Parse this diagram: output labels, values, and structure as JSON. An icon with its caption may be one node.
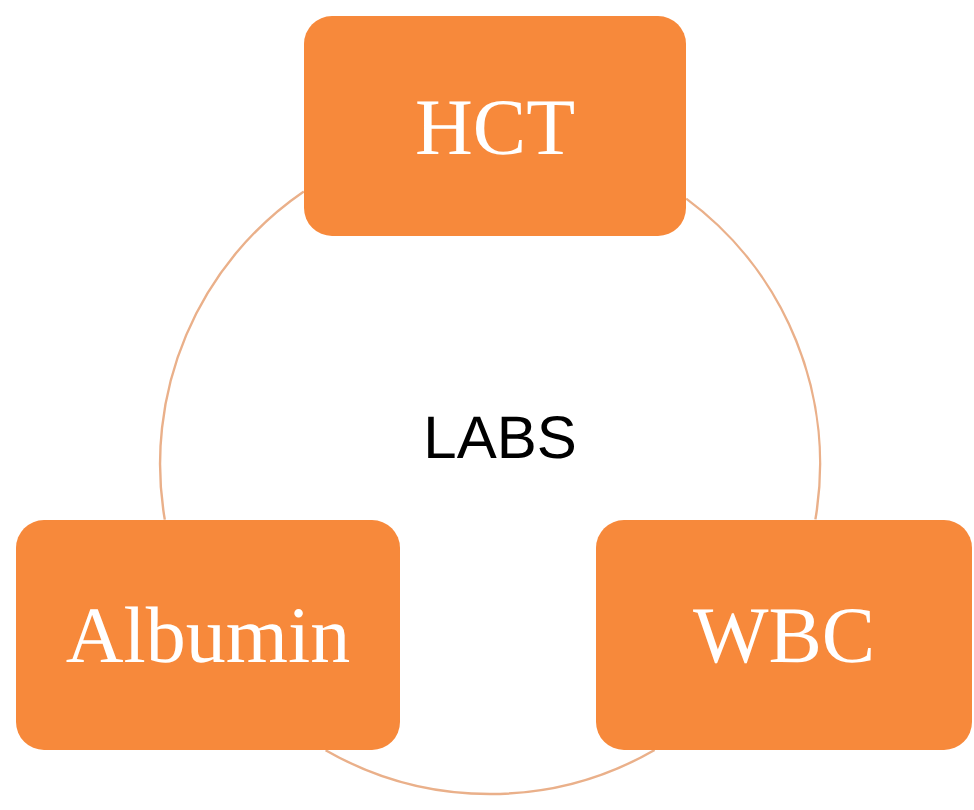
{
  "diagram": {
    "nodes": [
      {
        "text": [
          "HCT"
        ]
      },
      {
        "text": [
          "Albumin"
        ]
      },
      {
        "text": [
          "WBC"
        ]
      }
    ],
    "edges": [
      {
        "from": 0,
        "to": 2,
        "arrow": "none"
      },
      {
        "from": 2,
        "to": 1,
        "arrow": "none"
      },
      {
        "from": 1,
        "to": 0,
        "arrow": "none"
      }
    ],
    "labels": [
      "LABS"
    ]
  }
}
